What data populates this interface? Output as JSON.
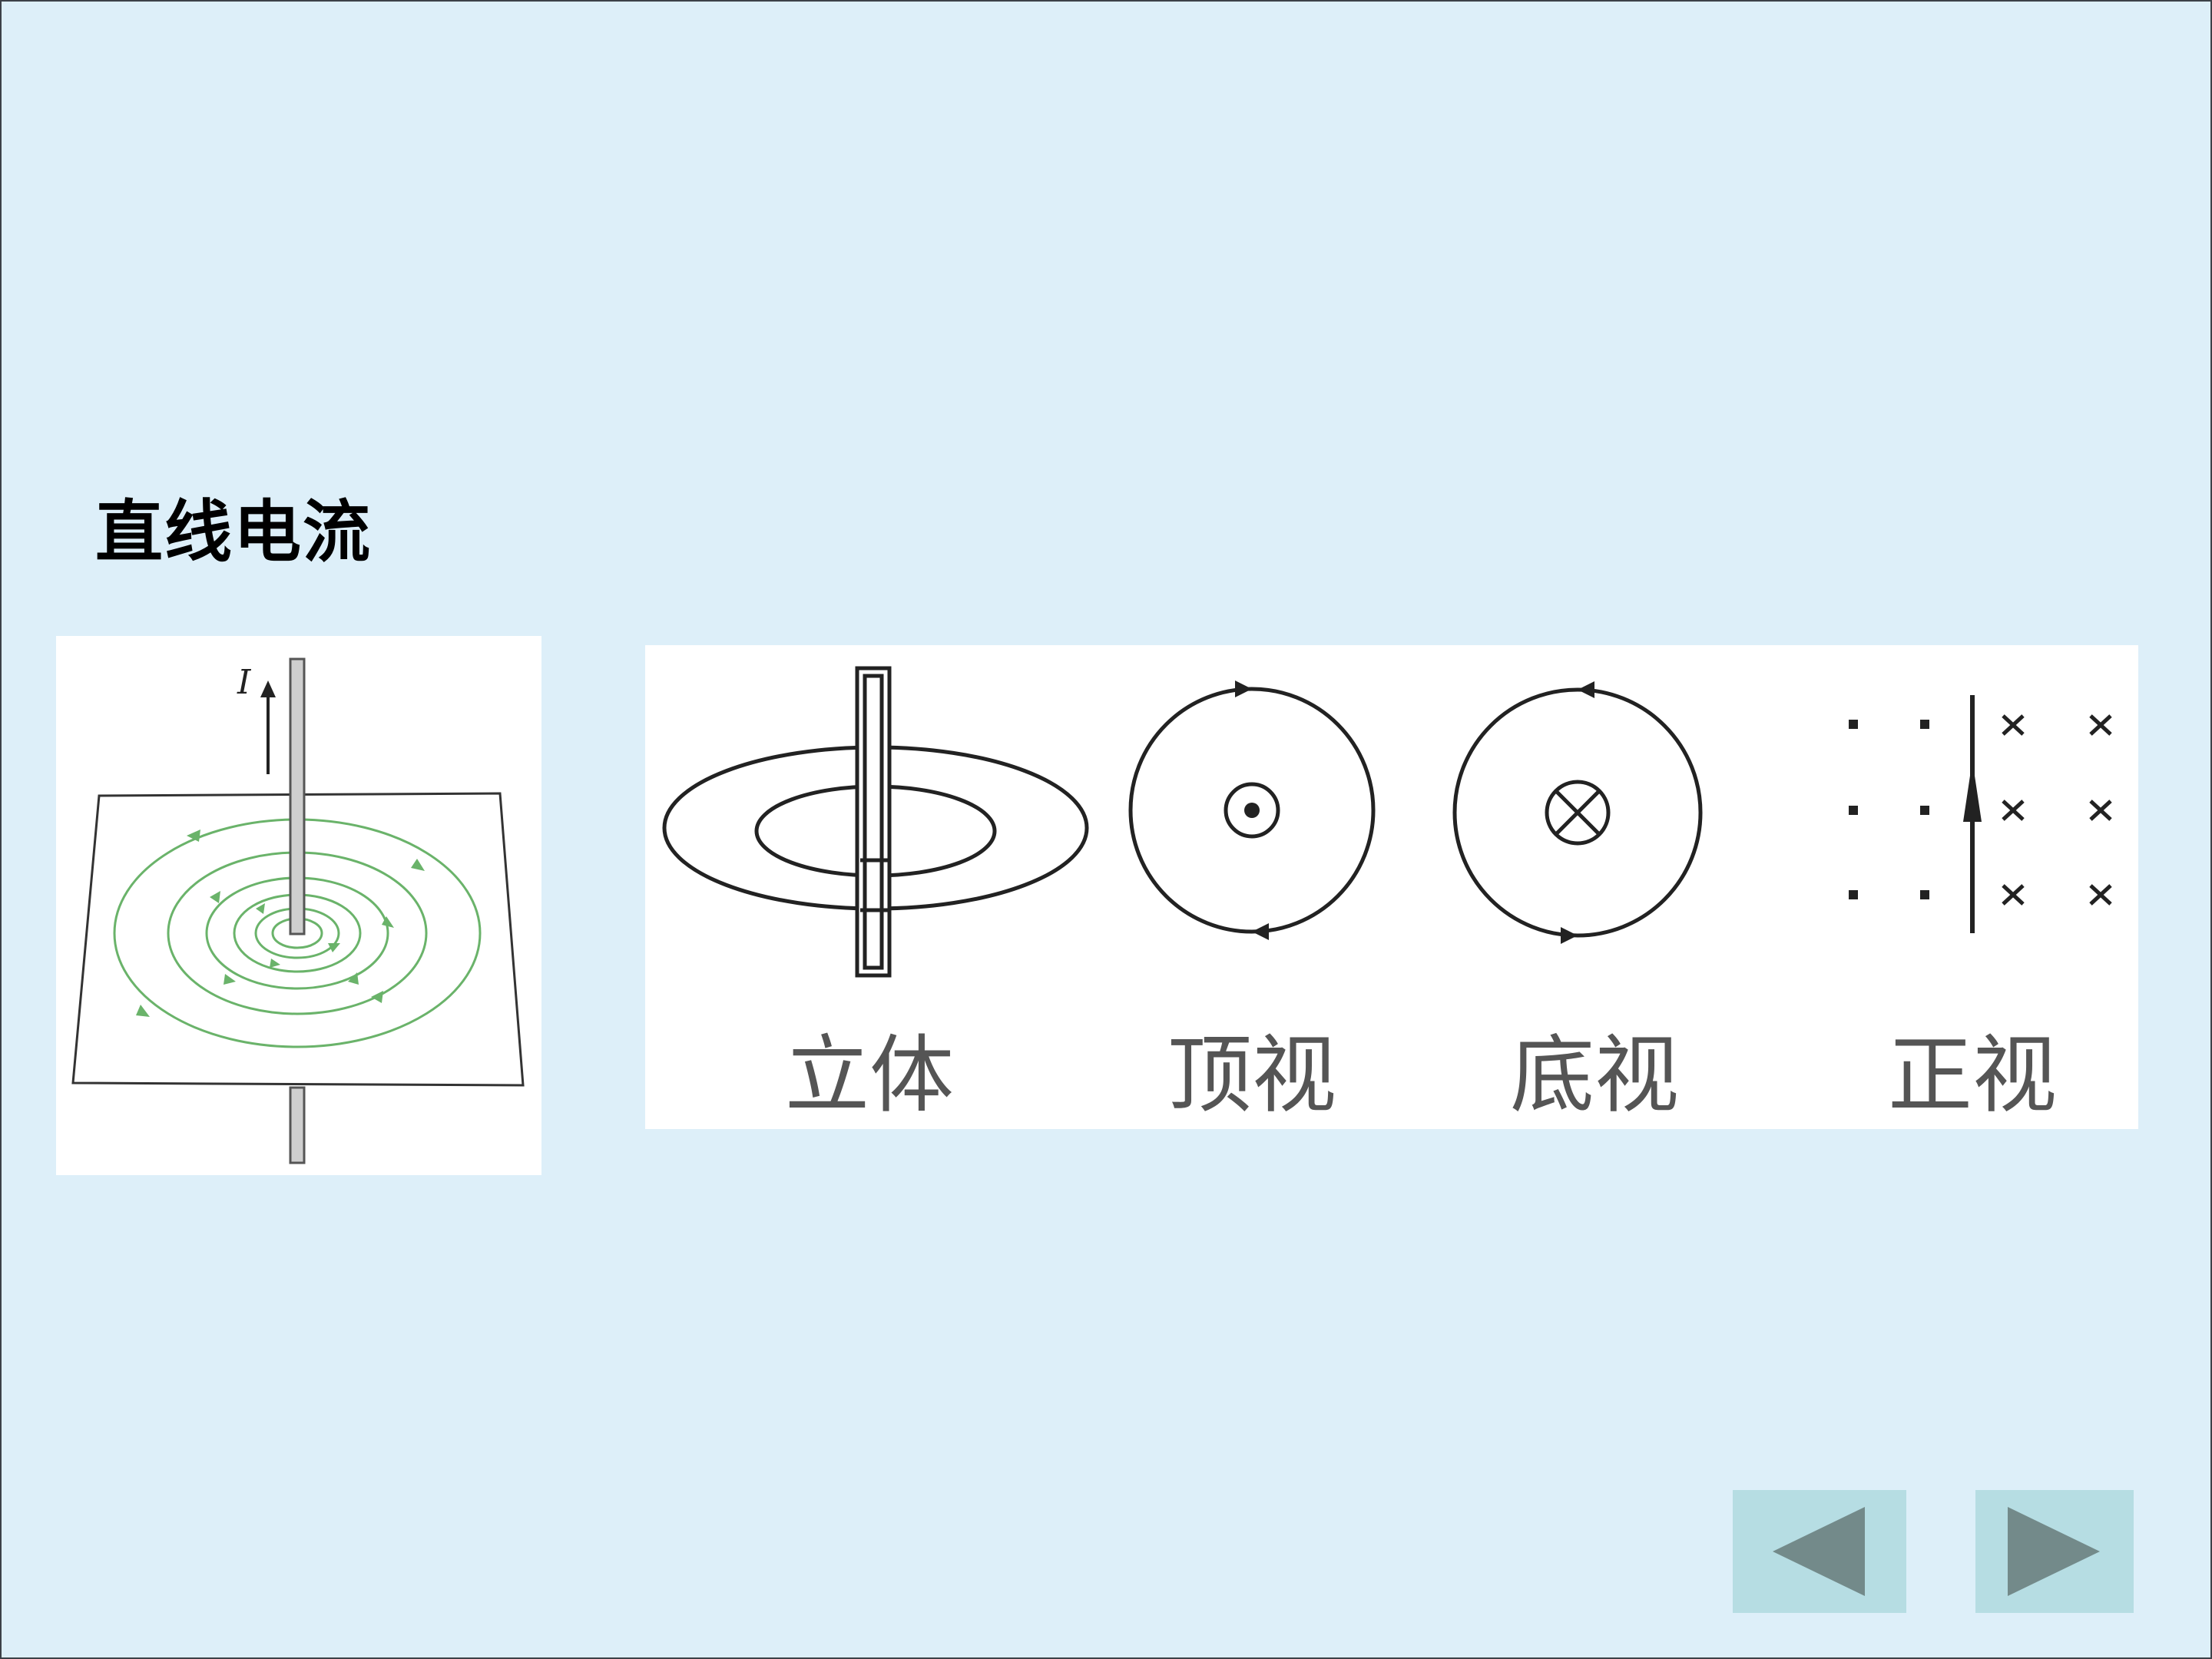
{
  "slide": {
    "title": "直线电流"
  },
  "left_figure": {
    "current_label": "I"
  },
  "right_figure": {
    "views": [
      "立体",
      "顶视",
      "底视",
      "正视"
    ]
  },
  "navigation": {
    "prev_icon": "triangle-left-icon",
    "next_icon": "triangle-right-icon"
  },
  "colors": {
    "background": "#ddeff9",
    "field_lines": "#6ab36a",
    "nav_button": "#b6dde3",
    "nav_arrow": "#738a8a"
  }
}
